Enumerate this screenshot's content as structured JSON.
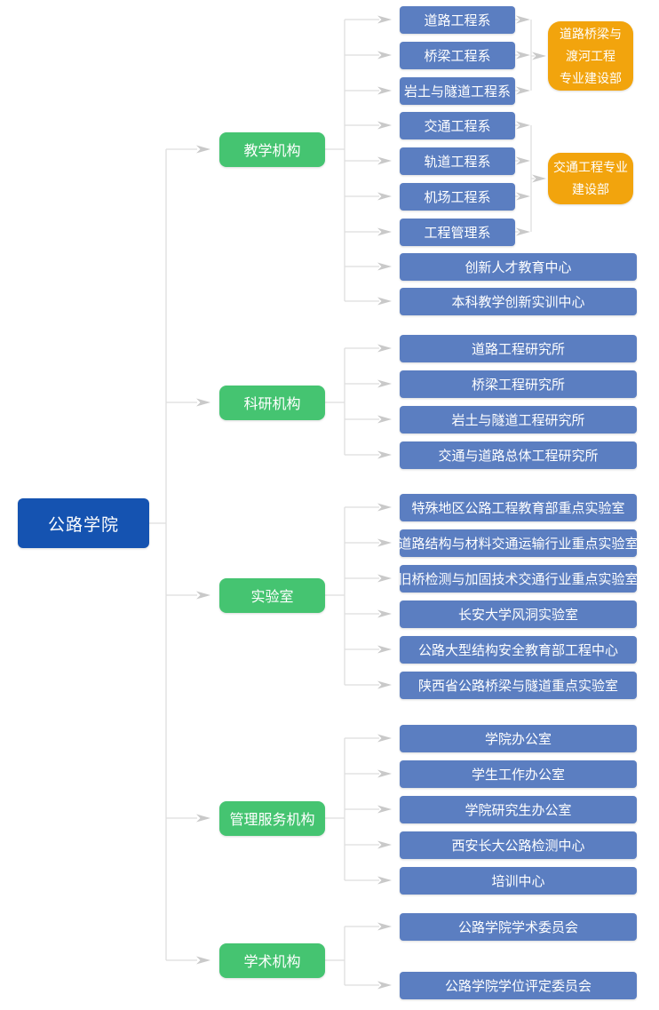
{
  "root": {
    "label": "公路学院"
  },
  "branches": [
    {
      "label": "教学机构",
      "children": [
        {
          "label": "道路工程系"
        },
        {
          "label": "桥梁工程系"
        },
        {
          "label": "岩土与隧道工程系"
        },
        {
          "label": "交通工程系"
        },
        {
          "label": "轨道工程系"
        },
        {
          "label": "机场工程系"
        },
        {
          "label": "工程管理系"
        },
        {
          "label": "创新人才教育中心"
        },
        {
          "label": "本科教学创新实训中心"
        }
      ],
      "annexes": [
        {
          "lines": [
            "道路桥梁与",
            "渡河工程",
            "专业建设部"
          ],
          "sources": [
            0,
            1,
            2
          ]
        },
        {
          "lines": [
            "交通工程专业",
            "建设部"
          ],
          "sources": [
            3,
            4,
            5,
            6
          ]
        }
      ]
    },
    {
      "label": "科研机构",
      "children": [
        {
          "label": "道路工程研究所"
        },
        {
          "label": "桥梁工程研究所"
        },
        {
          "label": "岩土与隧道工程研究所"
        },
        {
          "label": "交通与道路总体工程研究所"
        }
      ]
    },
    {
      "label": "实验室",
      "children": [
        {
          "label": "特殊地区公路工程教育部重点实验室"
        },
        {
          "label": "道路结构与材料交通运输行业重点实验室"
        },
        {
          "label": "旧桥检测与加固技术交通行业重点实验室"
        },
        {
          "label": "长安大学风洞实验室"
        },
        {
          "label": "公路大型结构安全教育部工程中心"
        },
        {
          "label": "陕西省公路桥梁与隧道重点实验室"
        }
      ]
    },
    {
      "label": "管理服务机构",
      "children": [
        {
          "label": "学院办公室"
        },
        {
          "label": "学生工作办公室"
        },
        {
          "label": "学院研究生办公室"
        },
        {
          "label": "西安长大公路检测中心"
        },
        {
          "label": "培训中心"
        }
      ]
    },
    {
      "label": "学术机构",
      "children": [
        {
          "label": "公路学院学术委员会"
        },
        {
          "label": "公路学院学位评定委员会"
        }
      ]
    }
  ],
  "colors": {
    "root_bg": "#1553b1",
    "branch_bg": "#45c471",
    "child_bg": "#5b7ec1",
    "annex_bg": "#f2a40d",
    "connector_line": "#dddddd",
    "arrowhead": "#c9c9c9",
    "text": "#ffffff"
  }
}
